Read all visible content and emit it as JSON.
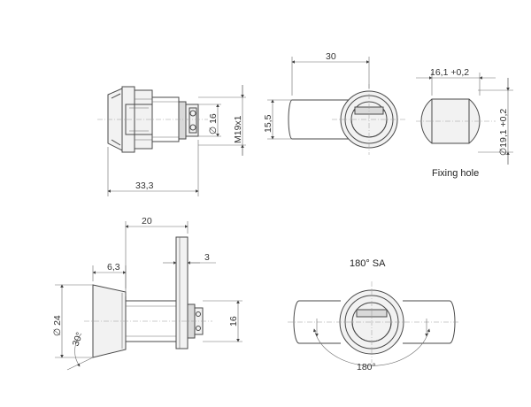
{
  "dimensions": {
    "overall_length": "33,3",
    "diameter_16": "∅ 16",
    "thread": "M19x1",
    "cam_length": "30",
    "cam_width": "15,5",
    "hole_width": "16,1 +0,2",
    "hole_diameter": "∅19,1 +0,2",
    "body_length": "20",
    "flange_thickness": "3",
    "bezel_depth": "6,3",
    "bezel_diameter": "∅ 24",
    "bezel_angle": "30°",
    "body_height": "16",
    "rotation_bottom": "180°"
  },
  "labels": {
    "fixing_hole": "Fixing hole",
    "rotation_title": "180° SA"
  },
  "colors": {
    "line": "#4a4a4a",
    "text": "#333333",
    "background": "#ffffff"
  }
}
